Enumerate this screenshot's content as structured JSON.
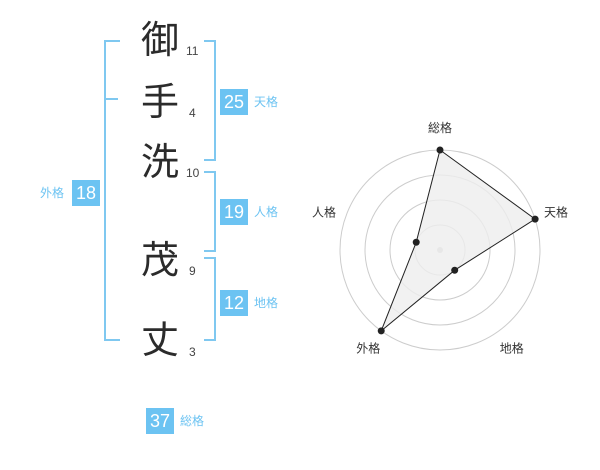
{
  "name": {
    "chars": [
      {
        "char": "御",
        "strokes": "11"
      },
      {
        "char": "手",
        "strokes": "4"
      },
      {
        "char": "洗",
        "strokes": "10"
      },
      {
        "char": "茂",
        "strokes": "9"
      },
      {
        "char": "丈",
        "strokes": "3"
      }
    ]
  },
  "fortune": {
    "tenkaku": {
      "value": "25",
      "label": "天格"
    },
    "jinkaku": {
      "value": "19",
      "label": "人格"
    },
    "chikaku": {
      "value": "12",
      "label": "地格"
    },
    "gaikaku": {
      "value": "18",
      "label": "外格"
    },
    "soukaku": {
      "value": "37",
      "label": "総格"
    }
  },
  "colors": {
    "accent": "#6cc3f2",
    "bracket": "#7fc8f0",
    "radar_fill": "#eeeeee",
    "radar_ring": "#cccccc"
  },
  "chart_data": {
    "type": "radar",
    "axes": [
      "総格",
      "天格",
      "地格",
      "外格",
      "人格"
    ],
    "rings": 4,
    "values": [
      4,
      4,
      1,
      4,
      1
    ]
  }
}
